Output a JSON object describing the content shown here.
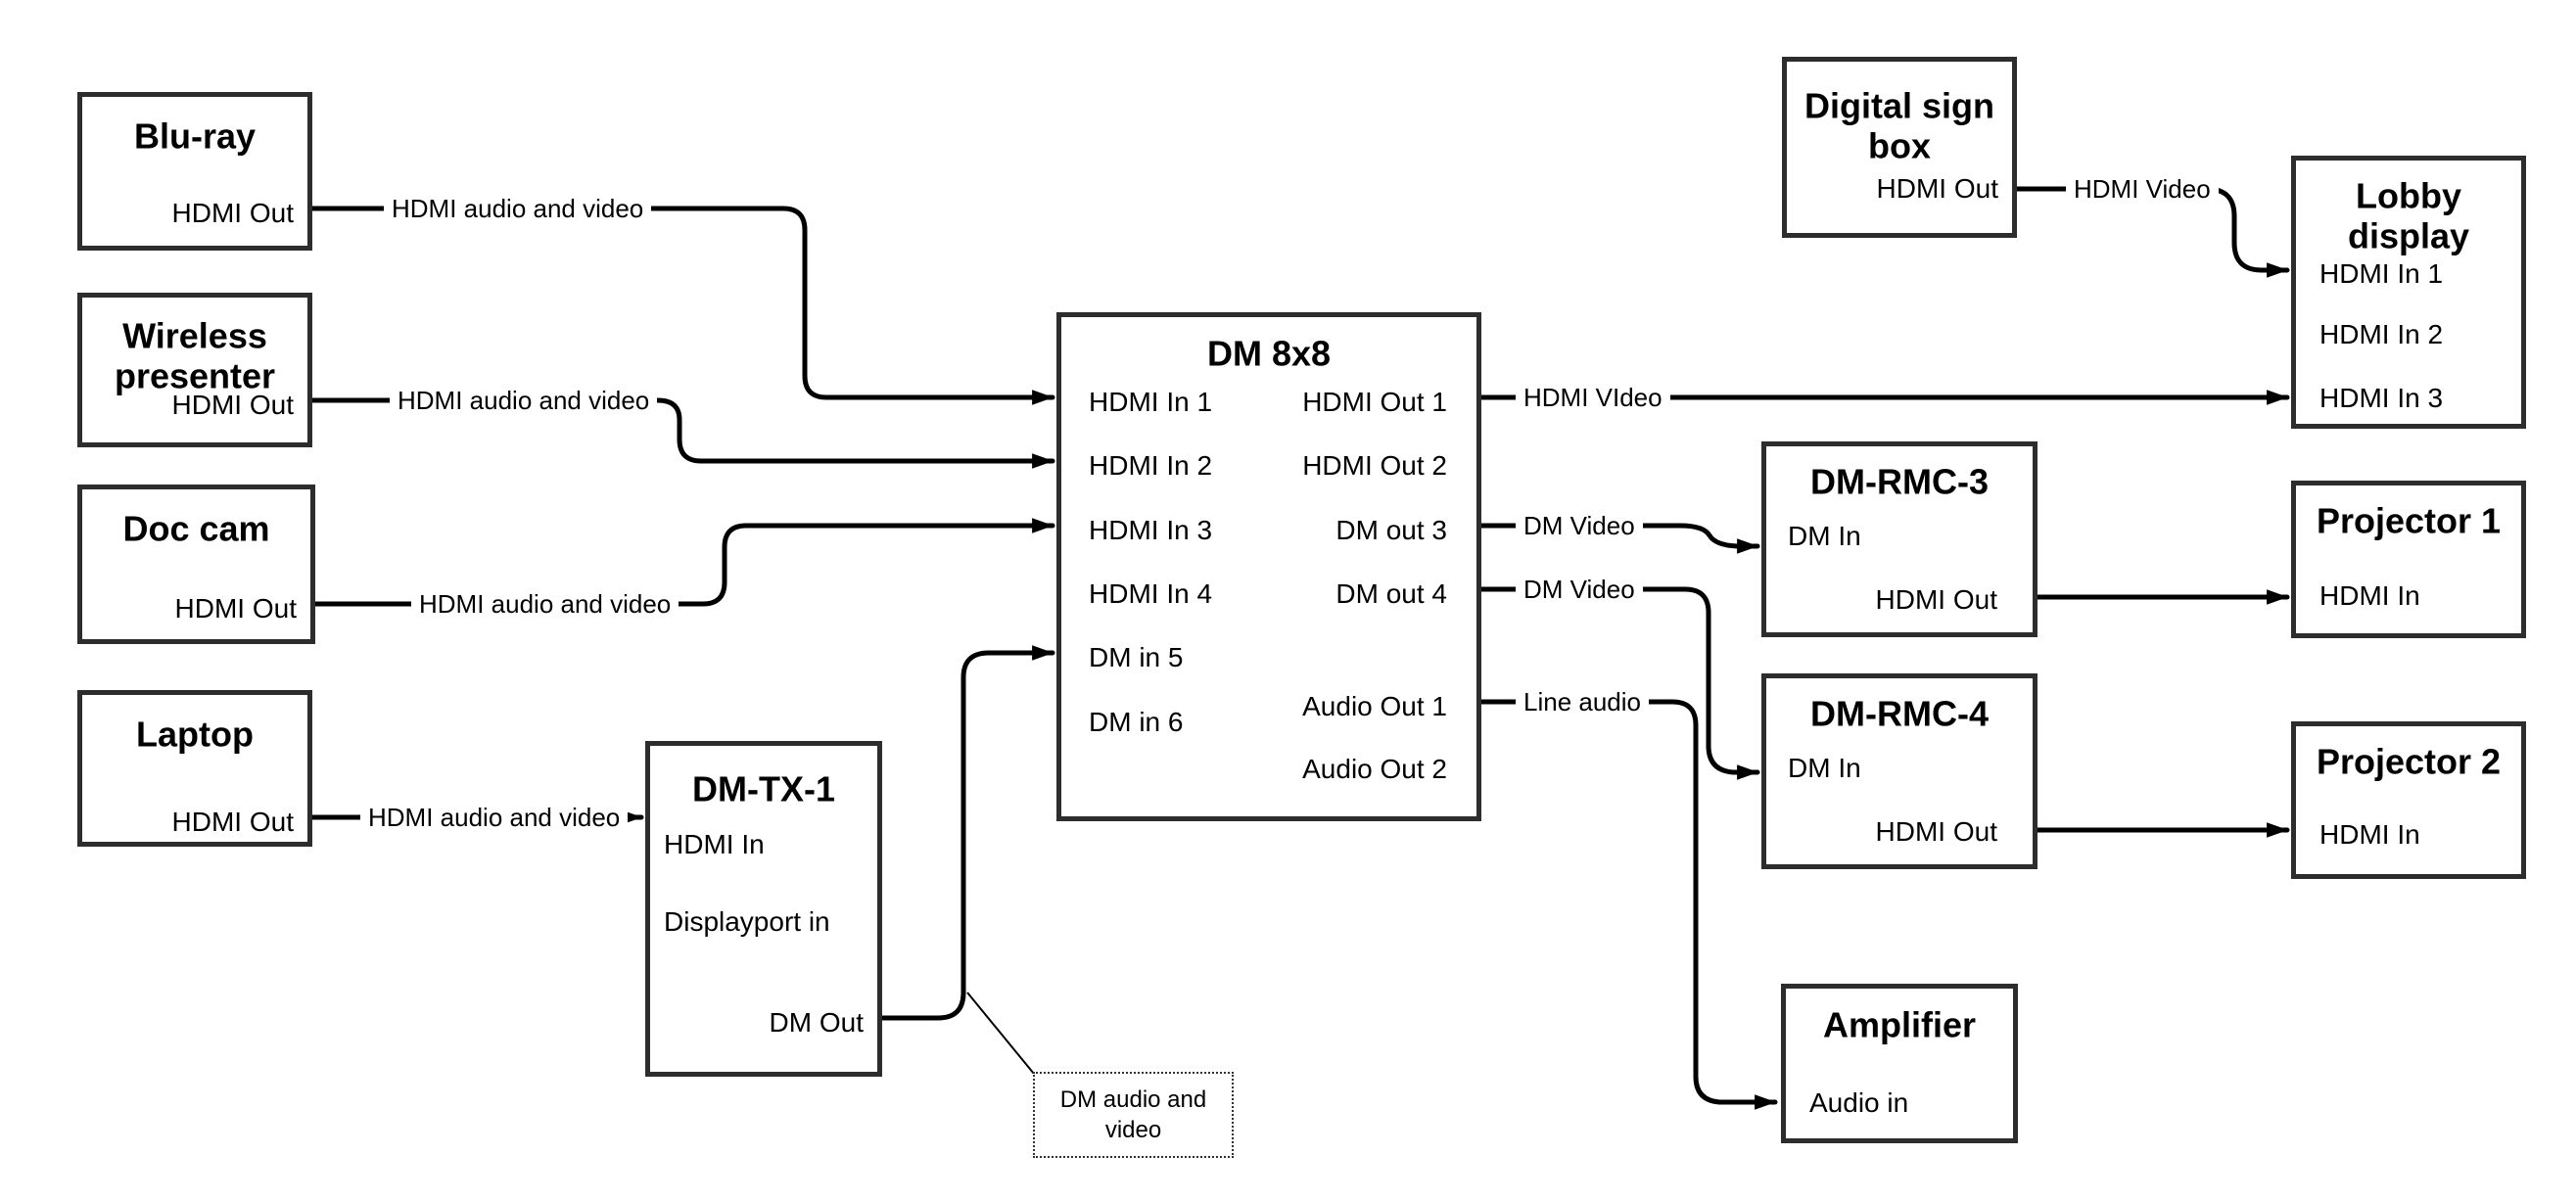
{
  "nodes": {
    "bluray": {
      "title": "Blu-ray",
      "port_hdmi_out": "HDMI Out"
    },
    "wireless": {
      "title": "Wireless presenter",
      "port_hdmi_out": "HDMI Out"
    },
    "doccam": {
      "title": "Doc cam",
      "port_hdmi_out": "HDMI Out"
    },
    "laptop": {
      "title": "Laptop",
      "port_hdmi_out": "HDMI Out"
    },
    "dmtx1": {
      "title": "DM-TX-1",
      "port_hdmi_in": "HDMI In",
      "port_displayport_in": "Displayport in",
      "port_dm_out": "DM Out"
    },
    "dm8x8": {
      "title": "DM 8x8",
      "port_hdmi_in_1": "HDMI In 1",
      "port_hdmi_in_2": "HDMI In 2",
      "port_hdmi_in_3": "HDMI In 3",
      "port_hdmi_in_4": "HDMI In 4",
      "port_dm_in_5": "DM in 5",
      "port_dm_in_6": "DM in 6",
      "port_hdmi_out_1": "HDMI Out 1",
      "port_hdmi_out_2": "HDMI Out 2",
      "port_dm_out_3": "DM out 3",
      "port_dm_out_4": "DM out 4",
      "port_audio_out_1": "Audio Out 1",
      "port_audio_out_2": "Audio Out 2"
    },
    "signbox": {
      "title": "Digital sign box",
      "port_hdmi_out": "HDMI Out"
    },
    "lobby": {
      "title": "Lobby display",
      "port_hdmi_in_1": "HDMI In 1",
      "port_hdmi_in_2": "HDMI In 2",
      "port_hdmi_in_3": "HDMI In 3"
    },
    "rmc3": {
      "title": "DM-RMC-3",
      "port_dm_in": "DM In",
      "port_hdmi_out": "HDMI Out"
    },
    "proj1": {
      "title": "Projector 1",
      "port_hdmi_in": "HDMI In"
    },
    "rmc4": {
      "title": "DM-RMC-4",
      "port_dm_in": "DM In",
      "port_hdmi_out": "HDMI Out"
    },
    "proj2": {
      "title": "Projector 2",
      "port_hdmi_in": "HDMI In"
    },
    "amp": {
      "title": "Amplifier",
      "port_audio_in": "Audio in"
    }
  },
  "wire_labels": {
    "bluray_to_dm8x8": "HDMI audio and video",
    "wireless_to_dm8x8": "HDMI audio and video",
    "doccam_to_dm8x8": "HDMI audio and video",
    "laptop_to_dmtx1": "HDMI audio and video",
    "hdmi_out1_to_lobby": "HDMI VIdeo",
    "dm_out3_to_rmc3": "DM Video",
    "dm_out4_to_rmc4": "DM Video",
    "audio_out1_to_amp": "Line audio",
    "signbox_to_lobby": "HDMI Video"
  },
  "annotation": {
    "dm_note": "DM audio and video"
  },
  "colors": {
    "background": "#ffffff",
    "line": "#000000",
    "box_border": "#2d2d2d",
    "text": "#000000"
  }
}
